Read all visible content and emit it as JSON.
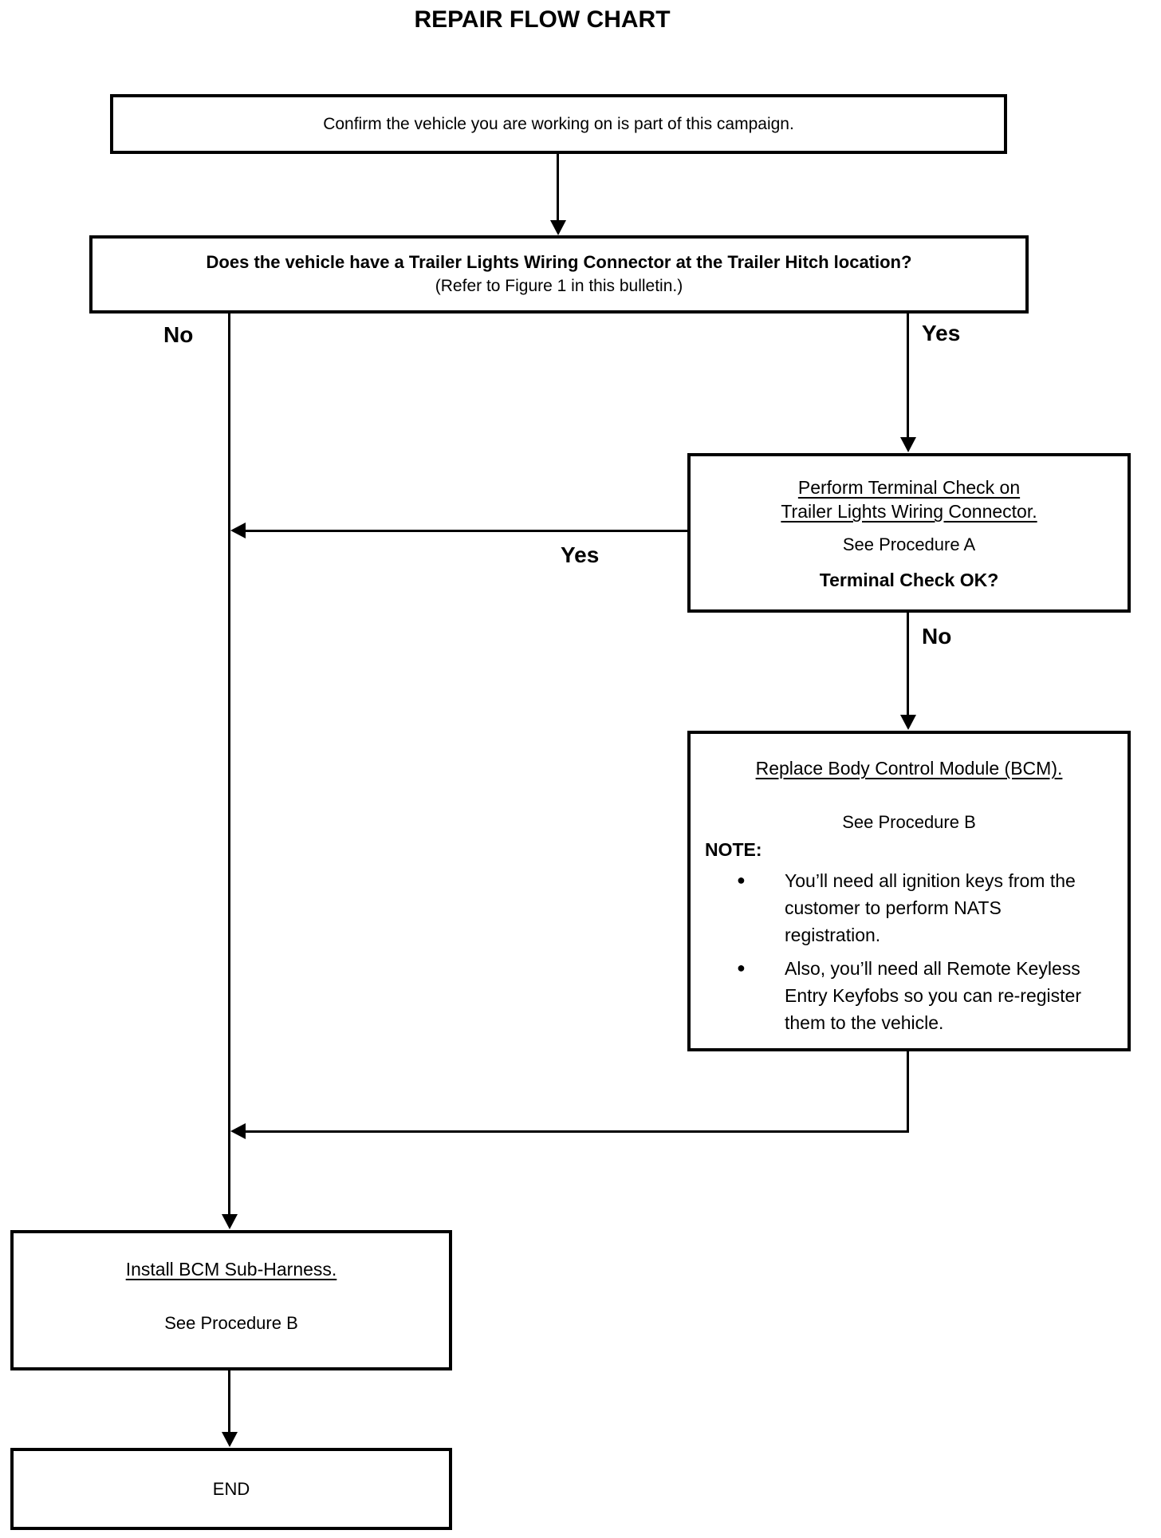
{
  "title": "REPAIR FLOW CHART",
  "boxes": {
    "confirm": {
      "text": "Confirm the vehicle you are working on is part of this campaign."
    },
    "question": {
      "line1": "Does the vehicle have a Trailer Lights Wiring Connector at the Trailer Hitch location?",
      "line2": "(Refer to Figure 1 in this bulletin.)"
    },
    "terminal_check": {
      "title_line1": "Perform Terminal Check on",
      "title_line2": "Trailer Lights Wiring Connector.",
      "procedure": "See Procedure A",
      "question": "Terminal Check OK?"
    },
    "replace_bcm": {
      "title": "Replace Body Control Module (BCM).",
      "procedure": "See Procedure B",
      "note_label": "NOTE:",
      "bullet_marker": "●",
      "bullets": [
        "You’ll need all ignition keys from the customer to perform NATS registration.",
        "Also, you’ll need all Remote Keyless Entry Keyfobs so you can re-register them to the vehicle."
      ]
    },
    "install_harness": {
      "title": "Install BCM Sub-Harness.",
      "procedure": "See Procedure B"
    },
    "end": {
      "text": "END"
    }
  },
  "branch_labels": {
    "question_no": "No",
    "question_yes": "Yes",
    "terminal_check_yes": "Yes",
    "terminal_check_no": "No"
  },
  "colors": {
    "line": "#000000",
    "box_border": "#000000",
    "background": "#ffffff",
    "text": "#000000"
  }
}
